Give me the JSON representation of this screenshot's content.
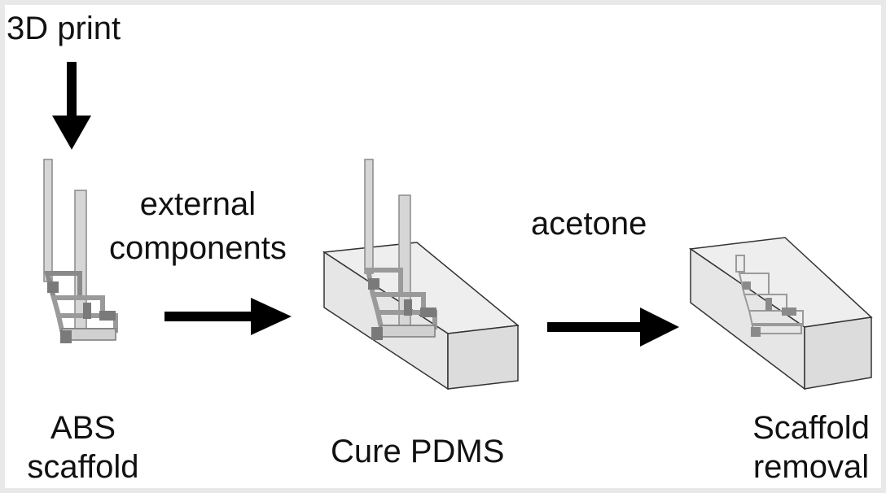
{
  "labels": {
    "top_step": "3D print",
    "step1_arrow": [
      "external",
      "components"
    ],
    "step1_arrow_text": "external\ncomponents",
    "step2_arrow": "acetone",
    "stage1": [
      "ABS",
      "scaffold"
    ],
    "stage2": "Cure PDMS",
    "stage3": [
      "Scaffold",
      "removal"
    ]
  },
  "colors": {
    "background": "#ffffff",
    "border": "#e9e9e9",
    "arrow": "#000000",
    "block_fill": "#ececec",
    "block_stroke": "#333333",
    "scaffold_light": "#d6d6d6",
    "scaffold_dark": "#7a7a7a"
  }
}
